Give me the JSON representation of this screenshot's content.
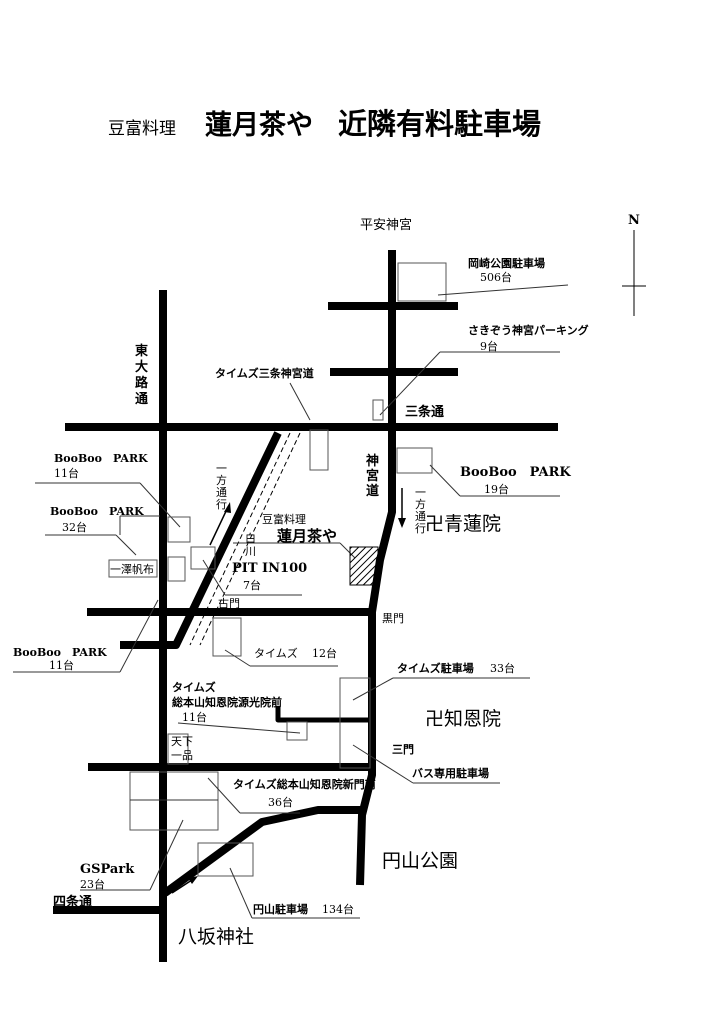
{
  "title": {
    "prefix": "豆富料理",
    "restaurant": "蓮月茶や",
    "subject": "近隣有料駐車場"
  },
  "compass": {
    "north": "N"
  },
  "landmarks": {
    "heian_jingu": "平安神宮",
    "higashioji_dori": [
      "東",
      "大",
      "路",
      "通"
    ],
    "sanjo_dori": "三条通",
    "jingu_michi": [
      "神",
      "宮",
      "道"
    ],
    "shoren_in": "卍青蓮院",
    "chion_in": "卍知恩院",
    "maruyama_koen": "円山公園",
    "yasaka_jinja": "八坂神社",
    "shijo_dori": "四条通",
    "shirakawa": [
      "白",
      "川"
    ],
    "furumon": "古門",
    "kuromon": "黒門",
    "sanmon": "三門",
    "ittaku_hanpu": "一澤帆布",
    "tenka_ippin": [
      "天下",
      "一品"
    ],
    "oneway": [
      "一",
      "方",
      "通",
      "行"
    ],
    "restaurant_small": "豆富料理",
    "restaurant_name": "蓮月茶や"
  },
  "parking": [
    {
      "name": "岡崎公園駐車場",
      "count": "506台"
    },
    {
      "name": "さきぞう神宮パーキング",
      "count": "9台"
    },
    {
      "name": "タイムズ三条神宮道"
    },
    {
      "name": "BooBoo　PARK",
      "count": "19台"
    },
    {
      "name": "BooBoo　PARK",
      "count": "11台"
    },
    {
      "name": "BooBoo　PARK",
      "count": "32台"
    },
    {
      "name": "PIT IN100",
      "count": "7台"
    },
    {
      "name": "BooBoo　PARK",
      "count": "11台"
    },
    {
      "name": "タイムズ",
      "count": "12台"
    },
    {
      "name": "タイムズ駐車場",
      "count": "33台"
    },
    {
      "name": "タイムズ",
      "name2": "総本山知恩院源光院前",
      "count": "11台"
    },
    {
      "name": "バス専用駐車場"
    },
    {
      "name": "タイムズ総本山知恩院新門南",
      "count": "36台"
    },
    {
      "name": "GSPark",
      "count": "23台"
    },
    {
      "name": "円山駐車場",
      "count": "134台"
    }
  ]
}
